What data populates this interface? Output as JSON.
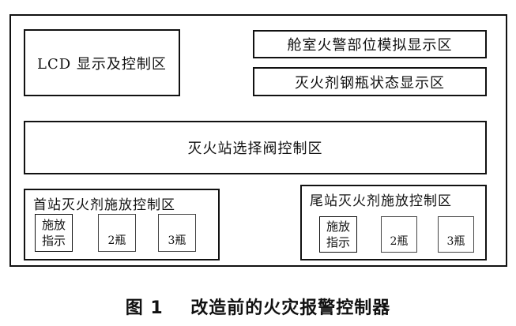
{
  "diagram": {
    "lcd_area": "LCD 显示及控制区",
    "cabin_fire_area": "舱室火警部位模拟显示区",
    "bottle_status_area": "灭火剂钢瓶状态显示区",
    "valve_control_area": "灭火站选择阀控制区",
    "head_station": {
      "title": "首站灭火剂施放控制区",
      "indicator": "施放指示",
      "indicator_line1": "施放",
      "indicator_line2": "指示",
      "bottle2": "2瓶",
      "bottle3": "3瓶"
    },
    "tail_station": {
      "title": "尾站灭火剂施放控制区",
      "indicator": "施放指示",
      "indicator_line1": "施放",
      "indicator_line2": "指示",
      "bottle2": "2瓶",
      "bottle3": "3瓶"
    }
  },
  "caption": "图 1    改造前的火灾报警控制器"
}
